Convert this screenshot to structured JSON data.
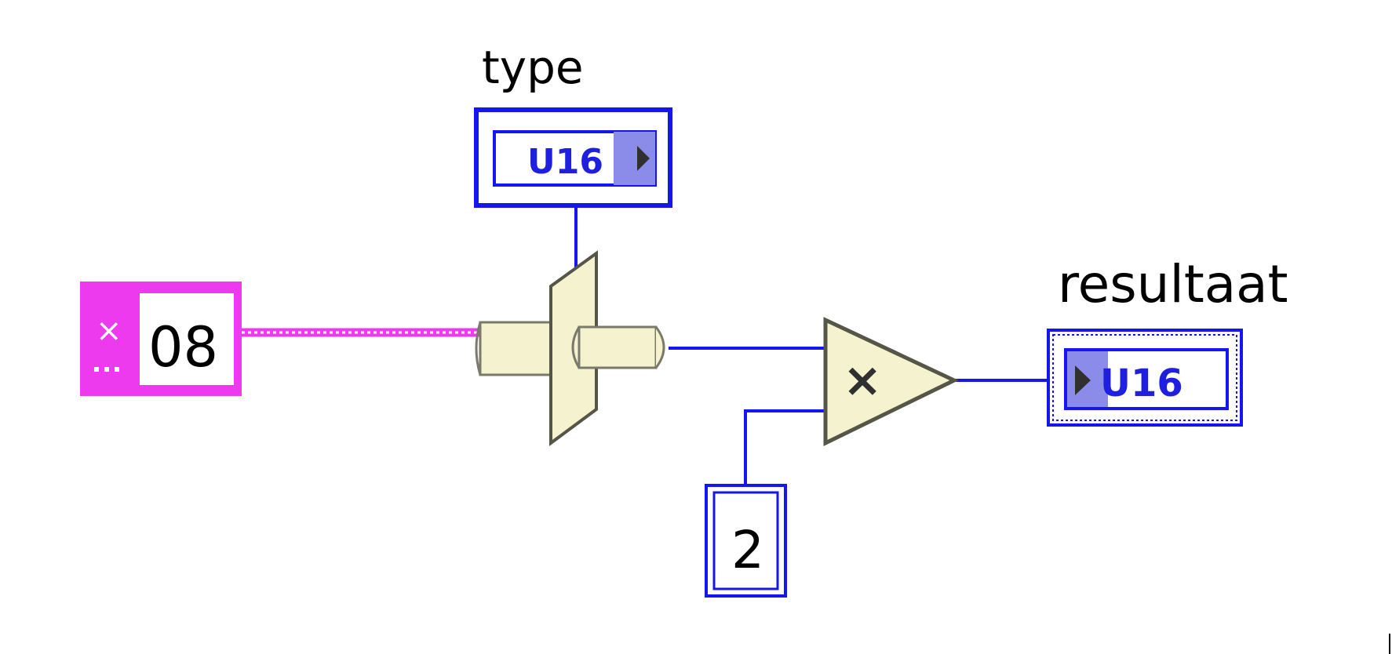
{
  "diagram": {
    "type_label": "type",
    "type_constant": "U16",
    "string_constant": "08",
    "multiply_symbol": "×",
    "number_constant": "2",
    "result_label": "resultaat",
    "result_indicator": "U16"
  },
  "colors": {
    "wire_numeric": "#1515f0",
    "wire_string": "#ee3aee",
    "node_fill": "#f5f2cf",
    "string_constant_fill": "#ee3aee"
  },
  "icons": {
    "typecast_node": "typecast-icon",
    "multiply_node": "multiply-icon"
  }
}
